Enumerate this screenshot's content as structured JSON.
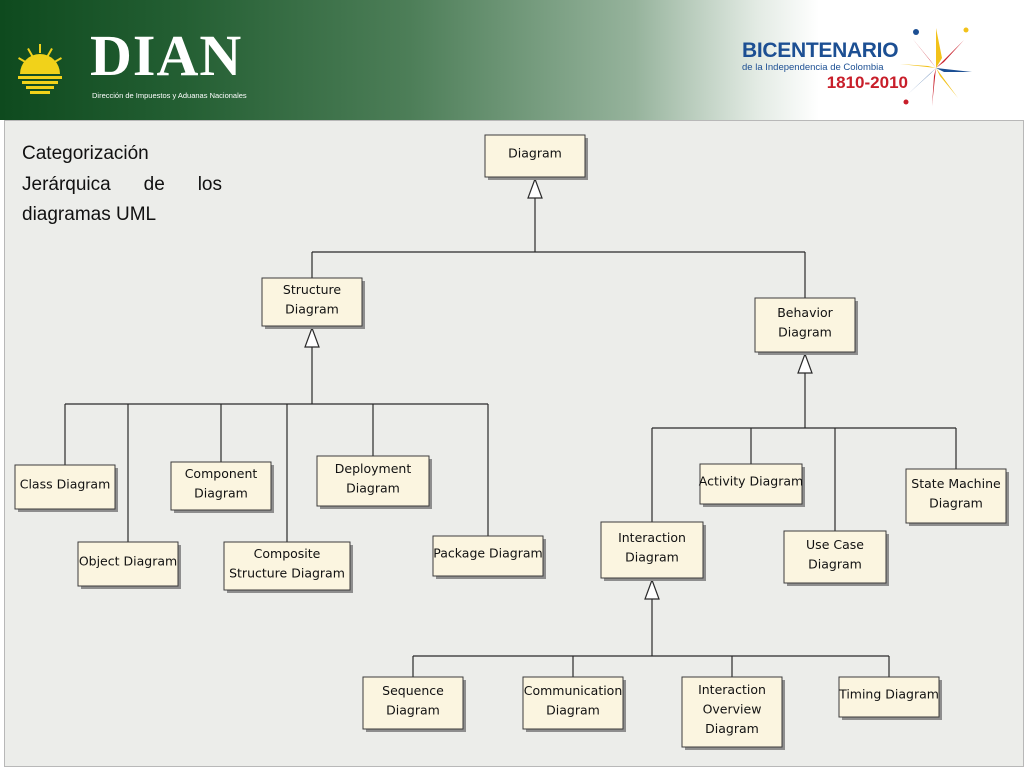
{
  "header": {
    "logo_text": "DIAN",
    "logo_subtitle": "Dirección de Impuestos y Aduanas Nacionales",
    "bicentenario_title": "BICENTENARIO",
    "bicentenario_subtitle": "de la Independencia de Colombia",
    "bicentenario_years": "1810-2010"
  },
  "slide": {
    "title_lines": [
      "Categorización",
      "Jerárquica de los",
      "diagramas UML"
    ]
  },
  "diagram": {
    "nodes": [
      {
        "id": "diagram",
        "lines": [
          "Diagram"
        ]
      },
      {
        "id": "structure",
        "lines": [
          "Structure",
          "Diagram"
        ]
      },
      {
        "id": "behavior",
        "lines": [
          "Behavior",
          "Diagram"
        ]
      },
      {
        "id": "class",
        "lines": [
          "Class Diagram"
        ]
      },
      {
        "id": "object",
        "lines": [
          "Object Diagram"
        ]
      },
      {
        "id": "component",
        "lines": [
          "Component",
          "Diagram"
        ]
      },
      {
        "id": "composite",
        "lines": [
          "Composite",
          "Structure Diagram"
        ]
      },
      {
        "id": "deployment",
        "lines": [
          "Deployment",
          "Diagram"
        ]
      },
      {
        "id": "package",
        "lines": [
          "Package Diagram"
        ]
      },
      {
        "id": "activity",
        "lines": [
          "Activity Diagram"
        ]
      },
      {
        "id": "interaction",
        "lines": [
          "Interaction",
          "Diagram"
        ]
      },
      {
        "id": "usecase",
        "lines": [
          "Use Case",
          "Diagram"
        ]
      },
      {
        "id": "statemachine",
        "lines": [
          "State Machine",
          "Diagram"
        ]
      },
      {
        "id": "sequence",
        "lines": [
          "Sequence",
          "Diagram"
        ]
      },
      {
        "id": "communication",
        "lines": [
          "Communication",
          "Diagram"
        ]
      },
      {
        "id": "interactionoverview",
        "lines": [
          "Interaction",
          "Overview",
          "Diagram"
        ]
      },
      {
        "id": "timing",
        "lines": [
          "Timing Diagram"
        ]
      }
    ],
    "generalizations": [
      {
        "parent": "diagram",
        "children": [
          "structure",
          "behavior"
        ]
      },
      {
        "parent": "structure",
        "children": [
          "class",
          "object",
          "component",
          "composite",
          "deployment",
          "package"
        ]
      },
      {
        "parent": "behavior",
        "children": [
          "interaction",
          "activity",
          "usecase",
          "statemachine"
        ]
      },
      {
        "parent": "interaction",
        "children": [
          "sequence",
          "communication",
          "interactionoverview",
          "timing"
        ]
      }
    ]
  }
}
